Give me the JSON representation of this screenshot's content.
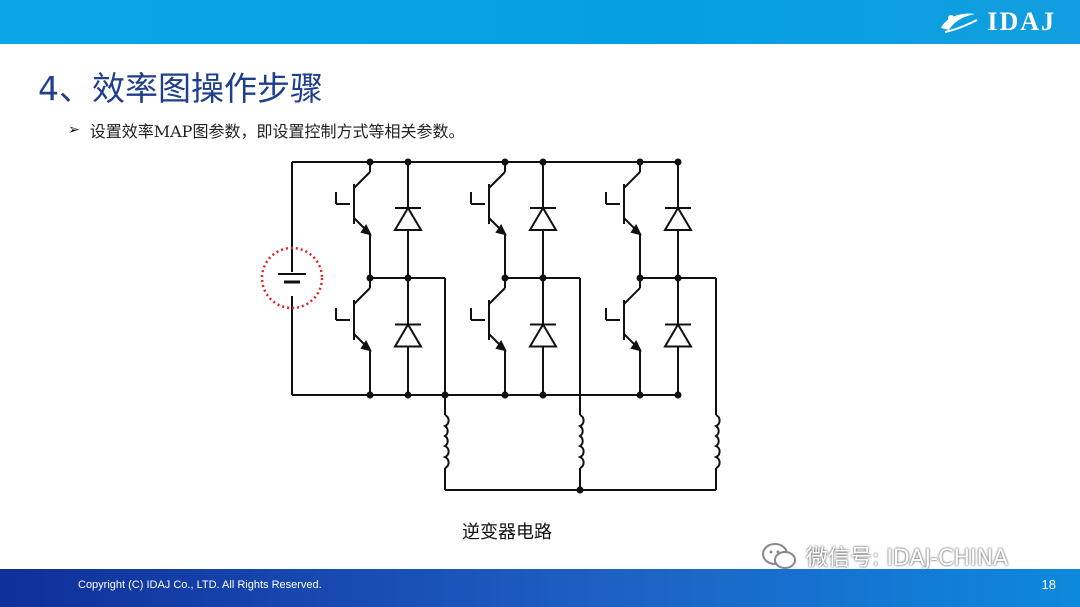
{
  "header": {
    "logo_text": "IDAJ",
    "accent_color": "#08a3e5"
  },
  "slide": {
    "title": "4、效率图操作步骤",
    "bullet_text": "设置效率MAP图参数，即设置控制方式等相关参数。",
    "caption": "逆变器电路",
    "title_color": "#1f3f8c"
  },
  "watermark": {
    "text": "微信号: IDAJ-CHINA"
  },
  "footer": {
    "copyright": "Copyright (C)  IDAJ Co., LTD. All Rights Reserved.",
    "page_number": "18"
  },
  "icons": {
    "bullet": "arrow-right-icon",
    "logo": "idaj-swoosh-icon",
    "watermark": "wechat-icon"
  }
}
